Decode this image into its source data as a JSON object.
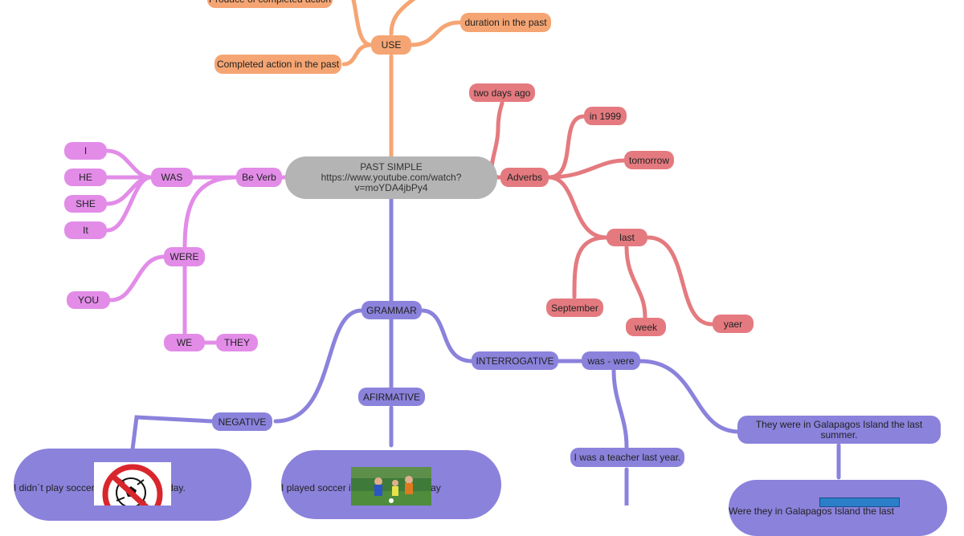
{
  "root": {
    "title": "PAST SIMPLE",
    "link_line1": "https://www.youtube.com/watch?",
    "link_line2": "v=moYDA4jbPy4"
  },
  "use": {
    "label": "USE",
    "items": [
      "Produce of completed action",
      "duration in the past",
      "Completed action in the past"
    ]
  },
  "be_verb": {
    "label": "Be Verb",
    "was": {
      "label": "WAS",
      "subjects": [
        "I",
        "HE",
        "SHE",
        "It"
      ]
    },
    "were": {
      "label": "WERE",
      "subjects": [
        "YOU",
        "WE",
        "THEY"
      ]
    }
  },
  "adverbs": {
    "label": "Adverbs",
    "items": [
      "two days ago",
      "in 1999",
      "tomorrow"
    ],
    "last": {
      "label": "last",
      "items": [
        "September",
        "week",
        "yaer"
      ]
    }
  },
  "grammar": {
    "label": "GRAMMAR",
    "negative": {
      "label": "NEGATIVE",
      "example": "I didn´t play soccer in the park las friday."
    },
    "affirmative": {
      "label": "AFIRMATIVE",
      "example": "I played soccer in the park next friday"
    },
    "interrogative": {
      "label": "INTERROGATIVE",
      "was_were": "was - were",
      "example1": "I was a teacher last year.",
      "example2": "They were in Galapagos Island the last summer.",
      "question": "Were they in Galapagos Island the last"
    }
  },
  "colors": {
    "use": "#f5a573",
    "adverbs": "#e47a7f",
    "be_verb": "#e28ce8",
    "grammar": "#8b82dc",
    "root": "#b4b4b4"
  }
}
